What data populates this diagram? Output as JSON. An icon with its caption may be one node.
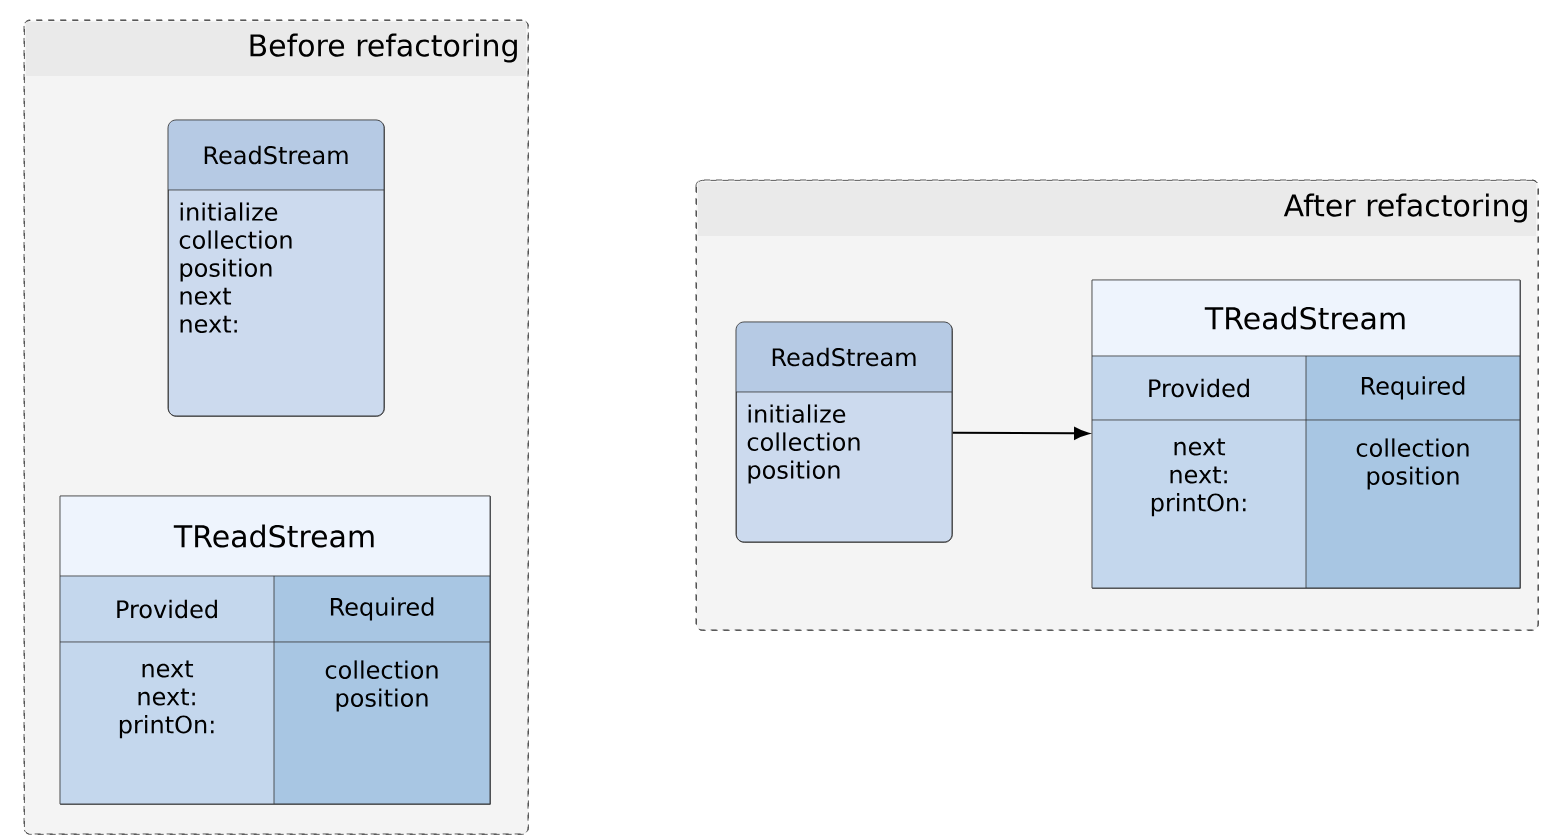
{
  "diagram": {
    "nodes": [
      {
        "text": [
          "Before refactoring"
        ]
      },
      {
        "text": [
          "ReadStream",
          "initialize collection position next next:"
        ],
        "in": 0
      },
      {
        "text": [
          "TReadStream",
          "Provided",
          "Required",
          "next next: printOn:",
          "collection position"
        ],
        "in": 0
      },
      {
        "text": [
          "After refactoring"
        ]
      },
      {
        "text": [
          "ReadStream",
          "initialize collection position"
        ],
        "in": 3
      },
      {
        "text": [
          "TReadStream",
          "Provided",
          "Required",
          "next next: printOn:",
          "collection position"
        ],
        "in": 3
      }
    ],
    "edges": [
      {
        "from": 4,
        "to": 5,
        "arrow": "to"
      }
    ]
  }
}
